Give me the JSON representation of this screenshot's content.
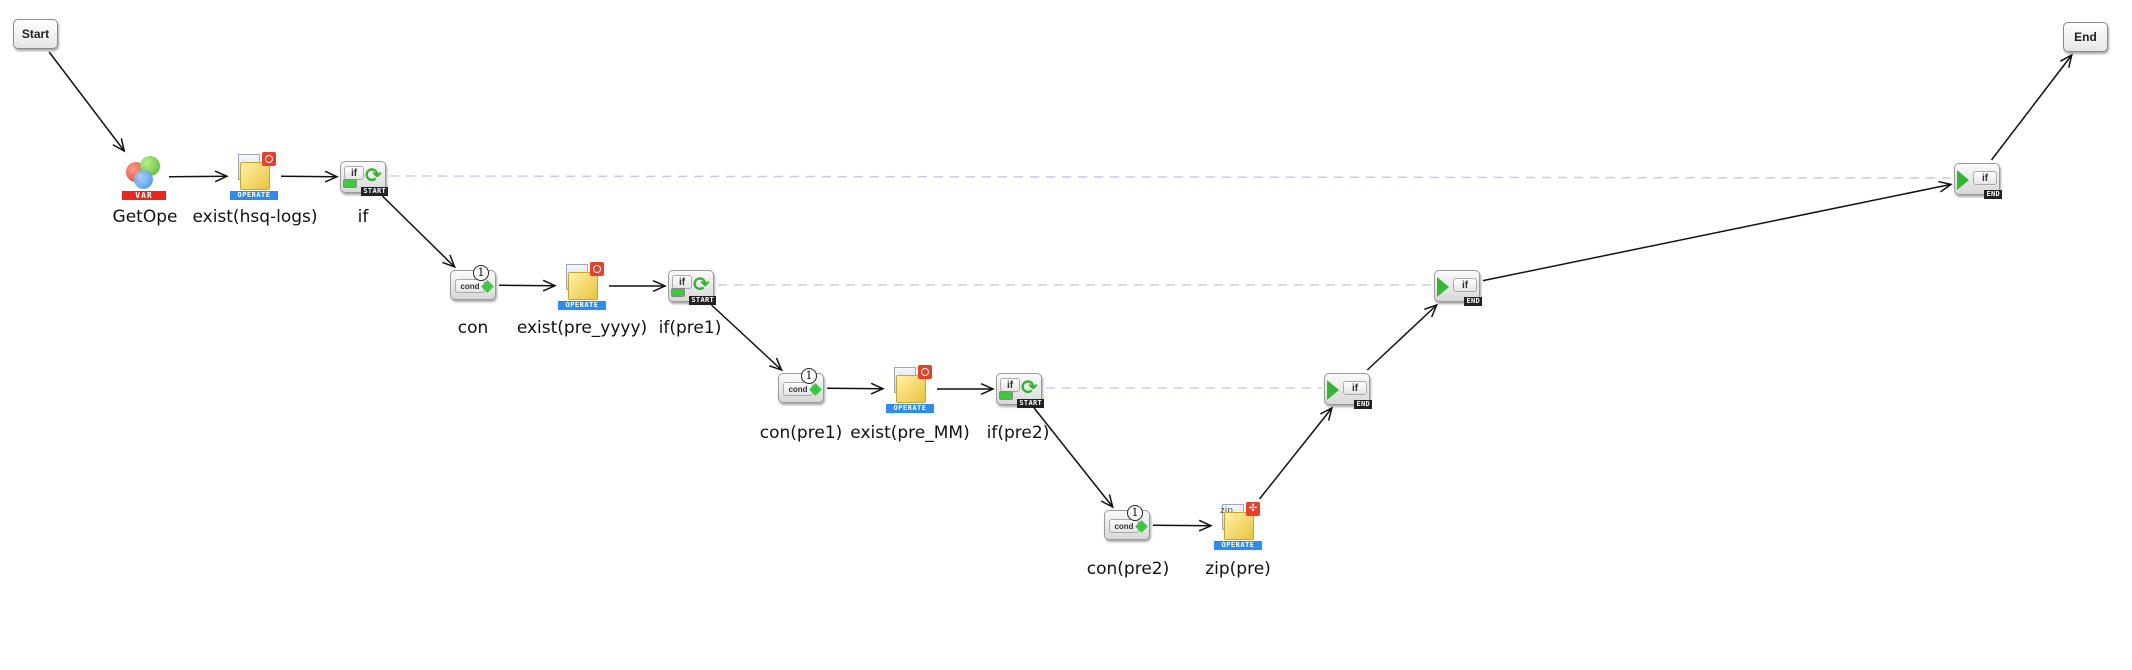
{
  "diagram": {
    "start": {
      "label": "Start"
    },
    "end": {
      "label": "End"
    },
    "nodes": [
      {
        "id": "getope",
        "type": "var",
        "badge": "VAR",
        "label": "GetOpe"
      },
      {
        "id": "exist-hsq-logs",
        "type": "operate",
        "badge": "OPERATE",
        "label": "exist(hsq-logs)"
      },
      {
        "id": "if",
        "type": "if-start",
        "inner": "if",
        "tag": "START",
        "label": "if"
      },
      {
        "id": "con",
        "type": "cond",
        "inner": "cond",
        "num": "1",
        "label": "con"
      },
      {
        "id": "exist-pre-yyyy",
        "type": "operate",
        "badge": "OPERATE",
        "label": "exist(pre_yyyy)"
      },
      {
        "id": "if-pre1",
        "type": "if-start",
        "inner": "if",
        "tag": "START",
        "label": "if(pre1)"
      },
      {
        "id": "con-pre1",
        "type": "cond",
        "inner": "cond",
        "num": "1",
        "label": "con(pre1)"
      },
      {
        "id": "exist-pre-mm",
        "type": "operate",
        "badge": "OPERATE",
        "label": "exist(pre_MM)"
      },
      {
        "id": "if-pre2",
        "type": "if-start",
        "inner": "if",
        "tag": "START",
        "label": "if(pre2)"
      },
      {
        "id": "con-pre2",
        "type": "cond",
        "inner": "cond",
        "num": "1",
        "label": "con(pre2)"
      },
      {
        "id": "zip-pre",
        "type": "operate-zip",
        "badge": "OPERATE",
        "icon_text": "zip",
        "label": "zip(pre)"
      },
      {
        "id": "if-end-pre2",
        "type": "if-end",
        "inner": "if",
        "tag": "END"
      },
      {
        "id": "if-end-pre1",
        "type": "if-end",
        "inner": "if",
        "tag": "END"
      },
      {
        "id": "if-end",
        "type": "if-end",
        "inner": "if",
        "tag": "END"
      }
    ],
    "edges": [
      [
        "start",
        "getope"
      ],
      [
        "getope",
        "exist-hsq-logs"
      ],
      [
        "exist-hsq-logs",
        "if"
      ],
      [
        "if",
        "con"
      ],
      [
        "con",
        "exist-pre-yyyy"
      ],
      [
        "exist-pre-yyyy",
        "if-pre1"
      ],
      [
        "if-pre1",
        "con-pre1"
      ],
      [
        "con-pre1",
        "exist-pre-mm"
      ],
      [
        "exist-pre-mm",
        "if-pre2"
      ],
      [
        "if-pre2",
        "con-pre2"
      ],
      [
        "con-pre2",
        "zip-pre"
      ],
      [
        "zip-pre",
        "if-end-pre2"
      ],
      [
        "if-end-pre2",
        "if-end-pre1"
      ],
      [
        "if-end-pre1",
        "if-end"
      ],
      [
        "if-end",
        "end"
      ]
    ],
    "pairings": [
      [
        "if",
        "if-end"
      ],
      [
        "if-pre1",
        "if-end-pre1"
      ],
      [
        "if-pre2",
        "if-end-pre2"
      ]
    ],
    "colors": {
      "edge": "#111111",
      "pairing": "#c5cbf0",
      "var_badge": "#e8271c",
      "operate_badge": "#2c8cf0",
      "branch_green": "#33b833"
    }
  }
}
